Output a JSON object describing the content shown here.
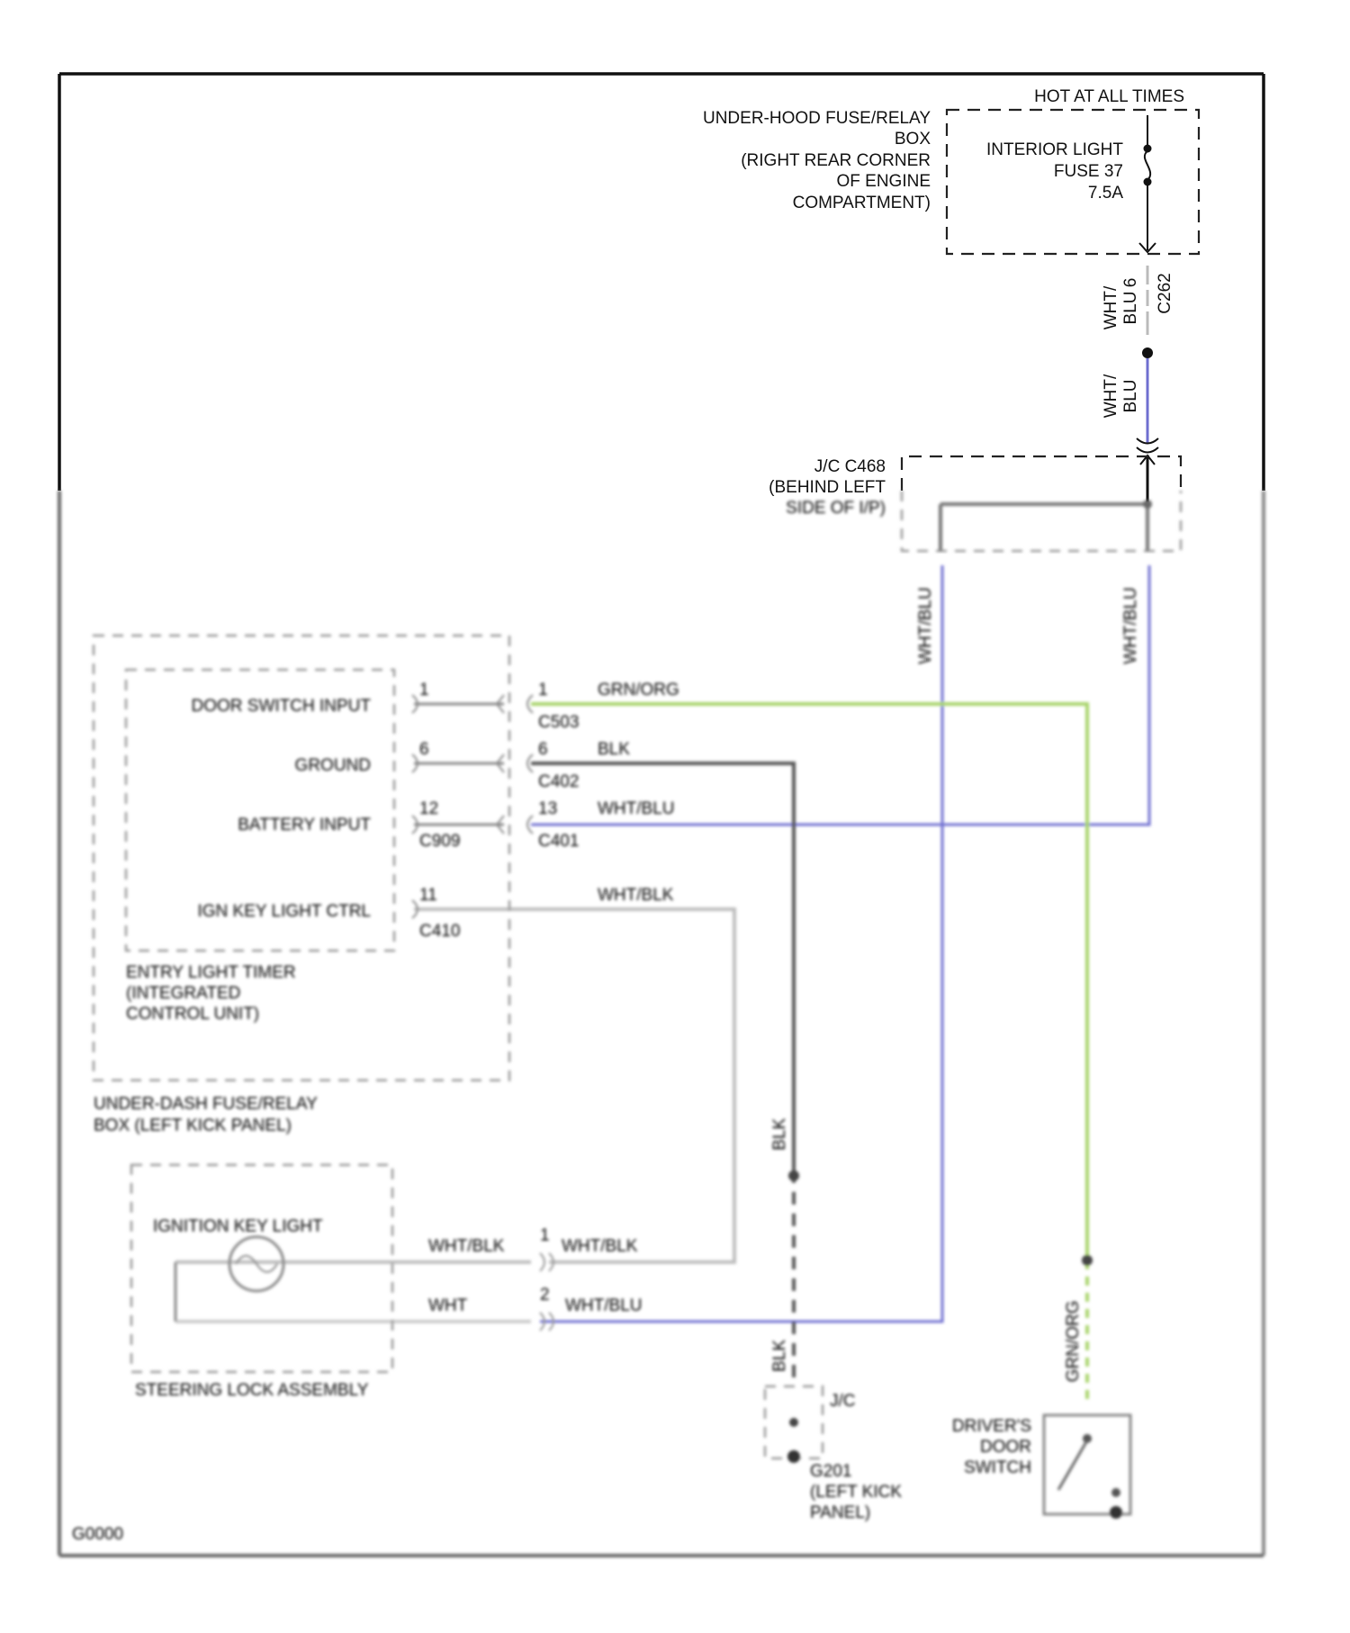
{
  "fuse_box": {
    "hot_label": "HOT AT ALL TIMES",
    "name_lines": [
      "UNDER-HOOD FUSE/RELAY",
      "BOX",
      "(RIGHT REAR CORNER",
      "OF ENGINE",
      "COMPARTMENT)"
    ],
    "fuse_lines": [
      "INTERIOR LIGHT",
      "FUSE 37",
      "7.5A"
    ]
  },
  "connector_c262": {
    "pin": "6",
    "name": "C262",
    "wire_lines": [
      "WHT/",
      "BLU"
    ]
  },
  "wire_below_splice": {
    "lines": [
      "WHT/",
      "BLU"
    ]
  },
  "junction": {
    "lines": [
      "J/C C468",
      "(BEHIND LEFT",
      "SIDE OF I/P)"
    ]
  },
  "drop_wires": {
    "left": "WHT/BLU",
    "right": "WHT/BLU"
  },
  "timer": {
    "pins": [
      {
        "label": "DOOR SWITCH INPUT",
        "pin": "1",
        "pin_out": "1",
        "color": "GRN/ORG",
        "conn": "C503"
      },
      {
        "label": "GROUND",
        "pin": "6",
        "pin_out": "6",
        "color": "BLK",
        "conn": "C402"
      },
      {
        "label": "BATTERY INPUT",
        "pin": "12",
        "pin_out": "13",
        "color": "WHT/BLU",
        "conn": "C401",
        "conn_in": "C909"
      },
      {
        "label": "IGN KEY LIGHT CTRL",
        "pin": "11",
        "color": "WHT/BLK",
        "conn": "C410"
      }
    ],
    "name_lines": [
      "ENTRY LIGHT TIMER",
      "(INTEGRATED",
      "CONTROL UNIT)"
    ],
    "outer_lines": [
      "UNDER-DASH FUSE/RELAY",
      "BOX (LEFT KICK PANEL)"
    ]
  },
  "steering": {
    "lamp": "IGNITION KEY LIGHT",
    "name": "STEERING LOCK ASSEMBLY",
    "wires": [
      {
        "left": "WHT/BLK",
        "pin": "1",
        "right": "WHT/BLK"
      },
      {
        "left": "WHT",
        "pin": "2",
        "right": "WHT/BLU"
      }
    ]
  },
  "ground": {
    "wire": "BLK",
    "wire_lower": "BLK",
    "jc": "J/C",
    "lines": [
      "G201",
      "(LEFT KICK",
      "PANEL)"
    ]
  },
  "door_switch": {
    "wire": "GRN/ORG",
    "lines": [
      "DRIVER'S",
      "DOOR",
      "SWITCH"
    ]
  },
  "figure_id": "G0000",
  "colors": {
    "blue_wire": "#6f6fd0",
    "green_wire": "#a8d46a",
    "black_wire": "#555555",
    "grey_wire": "#bdbdbd"
  }
}
